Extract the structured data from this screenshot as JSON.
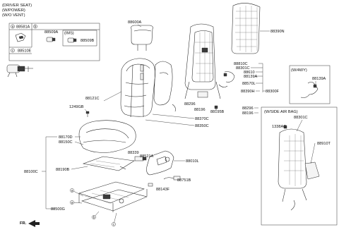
{
  "header": [
    "(DRIVER SEAT)",
    "(W/POWER)",
    "(W/O VENT)"
  ],
  "legend": {
    "a": {
      "circle": "a",
      "part": "88581A"
    },
    "b": {
      "circle": "b",
      "part1": "88509A",
      "sub_title": "(IMS)",
      "part2": "88509B"
    },
    "c": {
      "circle": "c",
      "part": "88510E"
    }
  },
  "parts": {
    "p88600A": "88600A",
    "p88390N": "88390N",
    "p88121C": "88121C",
    "p1249GB": "1249GB",
    "p88810C": "88810C",
    "p88301C_a": "88301C",
    "p88610": "88610",
    "p88139A_a": "88139A",
    "p88570L": "88570L",
    "p88390H": "88390H",
    "p88300F": "88300F",
    "p88296_a": "88296",
    "p88196_a": "88196",
    "p88195B": "88195B",
    "p88296_b": "88296",
    "p88196_b": "88196",
    "p88370C": "88370C",
    "p88350C": "88350C",
    "p88170D": "88170D",
    "p88150C": "88150C",
    "p88339": "88339",
    "p88521A": "88521A",
    "p88010L": "88010L",
    "p88100C": "88100C",
    "p88190B": "88190B",
    "p88751B": "88751B",
    "p88143F": "88143F",
    "p88500G": "88500G",
    "p88301C_b": "88301C",
    "p1338AC": "1338AC",
    "p88910T": "88910T",
    "p88139A_b": "88139A"
  },
  "inset_4way": {
    "title": "(W/4WY)"
  },
  "inset_airbag": {
    "title": "(W/SIDE AIR BAG)"
  },
  "callouts": [
    "a",
    "b",
    "c"
  ],
  "front_label": "FR."
}
